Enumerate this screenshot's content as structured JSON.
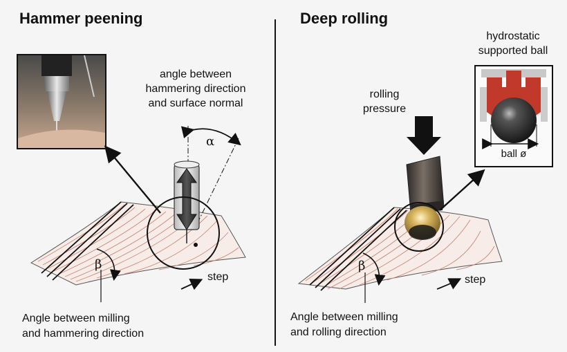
{
  "left": {
    "title": "Hammer peening",
    "angle_alpha_caption": "angle between hammering direction and surface normal",
    "angle_alpha_caption_lines": [
      "angle between",
      "hammering direction",
      "and surface normal"
    ],
    "alpha_symbol": "α",
    "beta_symbol": "β",
    "step_label": "step",
    "bottom_caption_lines": [
      "Angle between milling",
      "and hammering direction"
    ]
  },
  "right": {
    "title": "Deep rolling",
    "pressure_label_lines": [
      "rolling",
      "pressure"
    ],
    "ball_caption_lines": [
      "hydrostatic",
      "supported ball"
    ],
    "ball_diameter_label": "ball ø",
    "beta_symbol": "β",
    "step_label": "step",
    "bottom_caption_lines": [
      "Angle between milling",
      "and rolling direction"
    ]
  },
  "colors": {
    "milling_lines": "#c98a7a",
    "ball_gold": "#c9a24a",
    "tool_dark": "#3a3a3a",
    "holder_red": "#c0392b"
  }
}
